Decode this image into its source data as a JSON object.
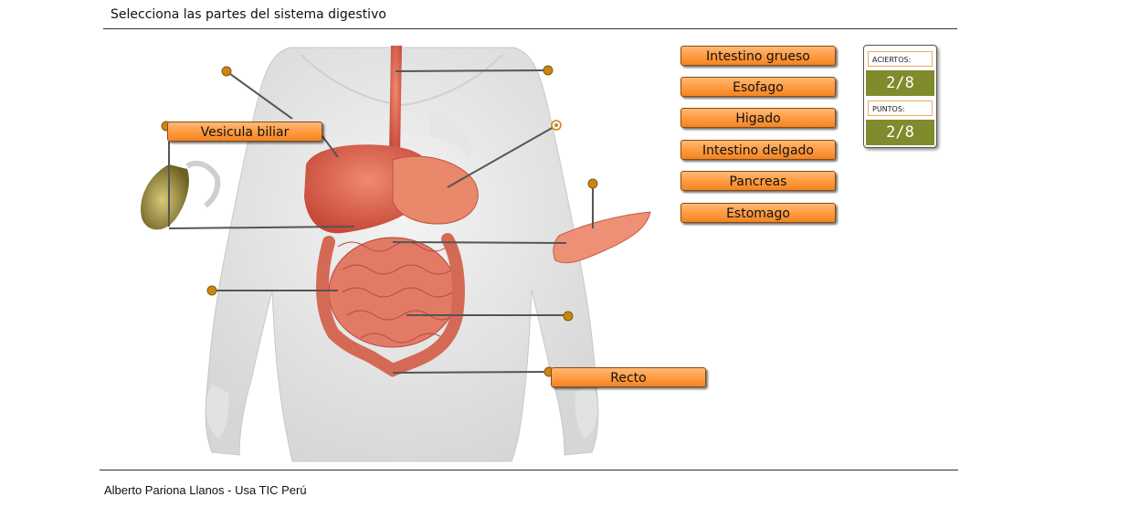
{
  "header": {
    "title": "Selecciona las partes del sistema digestivo"
  },
  "labels": {
    "vesicula": "Vesicula biliar",
    "recto": "Recto"
  },
  "options": [
    {
      "label": "Intestino grueso"
    },
    {
      "label": "Esofago"
    },
    {
      "label": "Higado"
    },
    {
      "label": "Intestino delgado"
    },
    {
      "label": "Pancreas"
    },
    {
      "label": "Estomago"
    }
  ],
  "score": {
    "aciertos_label": "ACIERTOS:",
    "aciertos_value": "2/8",
    "puntos_label": "PUNTOS:",
    "puntos_value": "2/8"
  },
  "footer": {
    "credit": "Alberto Pariona Llanos - Usa TIC Perú"
  },
  "colors": {
    "chip": "#ff9a3e",
    "dot": "#c98612",
    "score_bg": "#7f8b2c",
    "organ": "#d9604a"
  },
  "icons": {
    "target": "target-dot-icon",
    "drop": "drop-point-icon"
  }
}
